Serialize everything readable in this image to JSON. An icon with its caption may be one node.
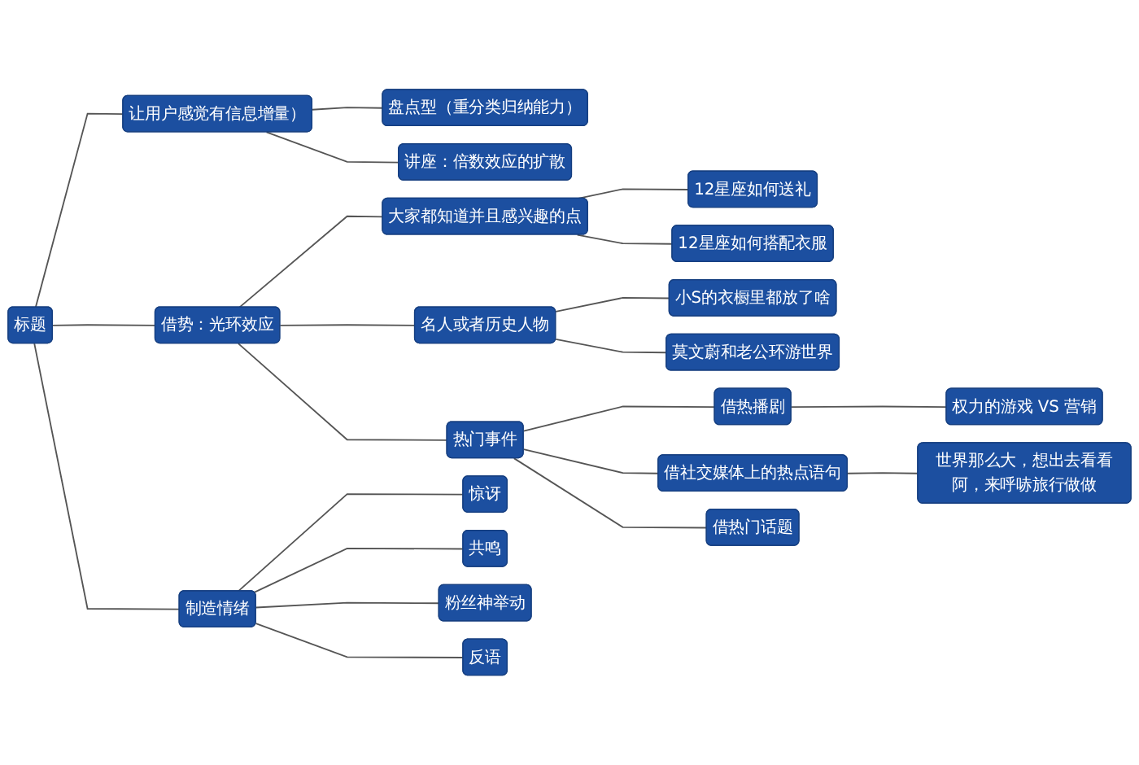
{
  "diagram": {
    "nodes": [
      {
        "text": [
          "标题"
        ]
      },
      {
        "text": [
          "让用户感觉有信息增量）"
        ]
      },
      {
        "text": [
          "盘点型（重分类归纳能力）"
        ]
      },
      {
        "text": [
          "讲座：倍数效应的扩散"
        ]
      },
      {
        "text": [
          "借势：光环效应"
        ]
      },
      {
        "text": [
          "大家都知道并且感兴趣的点"
        ]
      },
      {
        "text": [
          "名人或者历史人物"
        ]
      },
      {
        "text": [
          "热门事件"
        ]
      },
      {
        "text": [
          "借热播剧"
        ]
      },
      {
        "text": [
          "借社交媒体上的热点语句"
        ]
      },
      {
        "text": [
          "借热门话题"
        ]
      },
      {
        "text": [
          "12星座如何送礼"
        ]
      },
      {
        "text": [
          "12星座如何搭配衣服"
        ]
      },
      {
        "text": [
          "小S的衣橱里都放了啥"
        ]
      },
      {
        "text": [
          "莫文蔚和老公环游世界"
        ]
      },
      {
        "text": [
          "权力的游戏 VS 营销"
        ]
      },
      {
        "text": [
          "世界那么大，想出去看看阿，来呼哧旅行做做"
        ]
      },
      {
        "text": [
          "制造情绪"
        ]
      },
      {
        "text": [
          "惊讶"
        ]
      },
      {
        "text": [
          "共鸣"
        ]
      },
      {
        "text": [
          "粉丝神举动"
        ]
      },
      {
        "text": [
          "反语"
        ]
      }
    ],
    "edges": [
      {
        "from": 0,
        "to": 1,
        "arrow": "none"
      },
      {
        "from": 1,
        "to": 2,
        "arrow": "none"
      },
      {
        "from": 1,
        "to": 3,
        "arrow": "none"
      },
      {
        "from": 0,
        "to": 4,
        "arrow": "none"
      },
      {
        "from": 4,
        "to": 5,
        "arrow": "none"
      },
      {
        "from": 4,
        "to": 6,
        "arrow": "none"
      },
      {
        "from": 4,
        "to": 7,
        "arrow": "none"
      },
      {
        "from": 7,
        "to": 8,
        "arrow": "none"
      },
      {
        "from": 7,
        "to": 9,
        "arrow": "none"
      },
      {
        "from": 7,
        "to": 10,
        "arrow": "none"
      },
      {
        "from": 5,
        "to": 11,
        "arrow": "none"
      },
      {
        "from": 5,
        "to": 12,
        "arrow": "none"
      },
      {
        "from": 6,
        "to": 13,
        "arrow": "none"
      },
      {
        "from": 6,
        "to": 14,
        "arrow": "none"
      },
      {
        "from": 8,
        "to": 15,
        "arrow": "none"
      },
      {
        "from": 9,
        "to": 16,
        "arrow": "none"
      },
      {
        "from": 0,
        "to": 17,
        "arrow": "none"
      },
      {
        "from": 17,
        "to": 18,
        "arrow": "none"
      },
      {
        "from": 17,
        "to": 19,
        "arrow": "none"
      },
      {
        "from": 17,
        "to": 20,
        "arrow": "none"
      },
      {
        "from": 17,
        "to": 21,
        "arrow": "none"
      }
    ]
  }
}
